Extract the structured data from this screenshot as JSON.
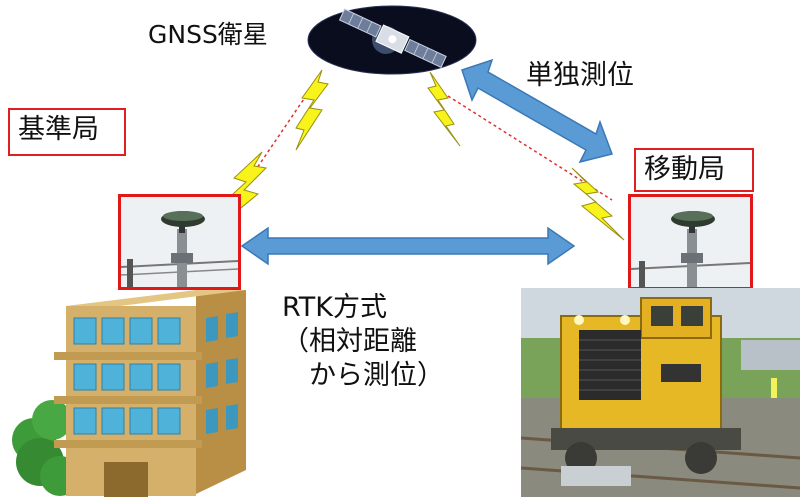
{
  "labels": {
    "satellite": "GNSS衛星",
    "base_station": "基準局",
    "rover_station": "移動局",
    "single_positioning": "単独測位",
    "rtk_method": "RTK方式\n（相対距離\n　から測位）"
  },
  "colors": {
    "arrow_fill": "#5b9bd5",
    "arrow_stroke": "#3a78b6",
    "frame_red": "#e01818",
    "lightning_yellow": "#f7f31b",
    "dashed_line": "#e03030",
    "building_tan": "#d4b06a",
    "building_window": "#4fb3d9",
    "loco_yellow": "#e7b825",
    "tree_green": "#3e9b3a"
  },
  "icons": [
    "satellite-icon",
    "lightning-icon",
    "antenna-icon",
    "building-icon",
    "locomotive-photo"
  ]
}
